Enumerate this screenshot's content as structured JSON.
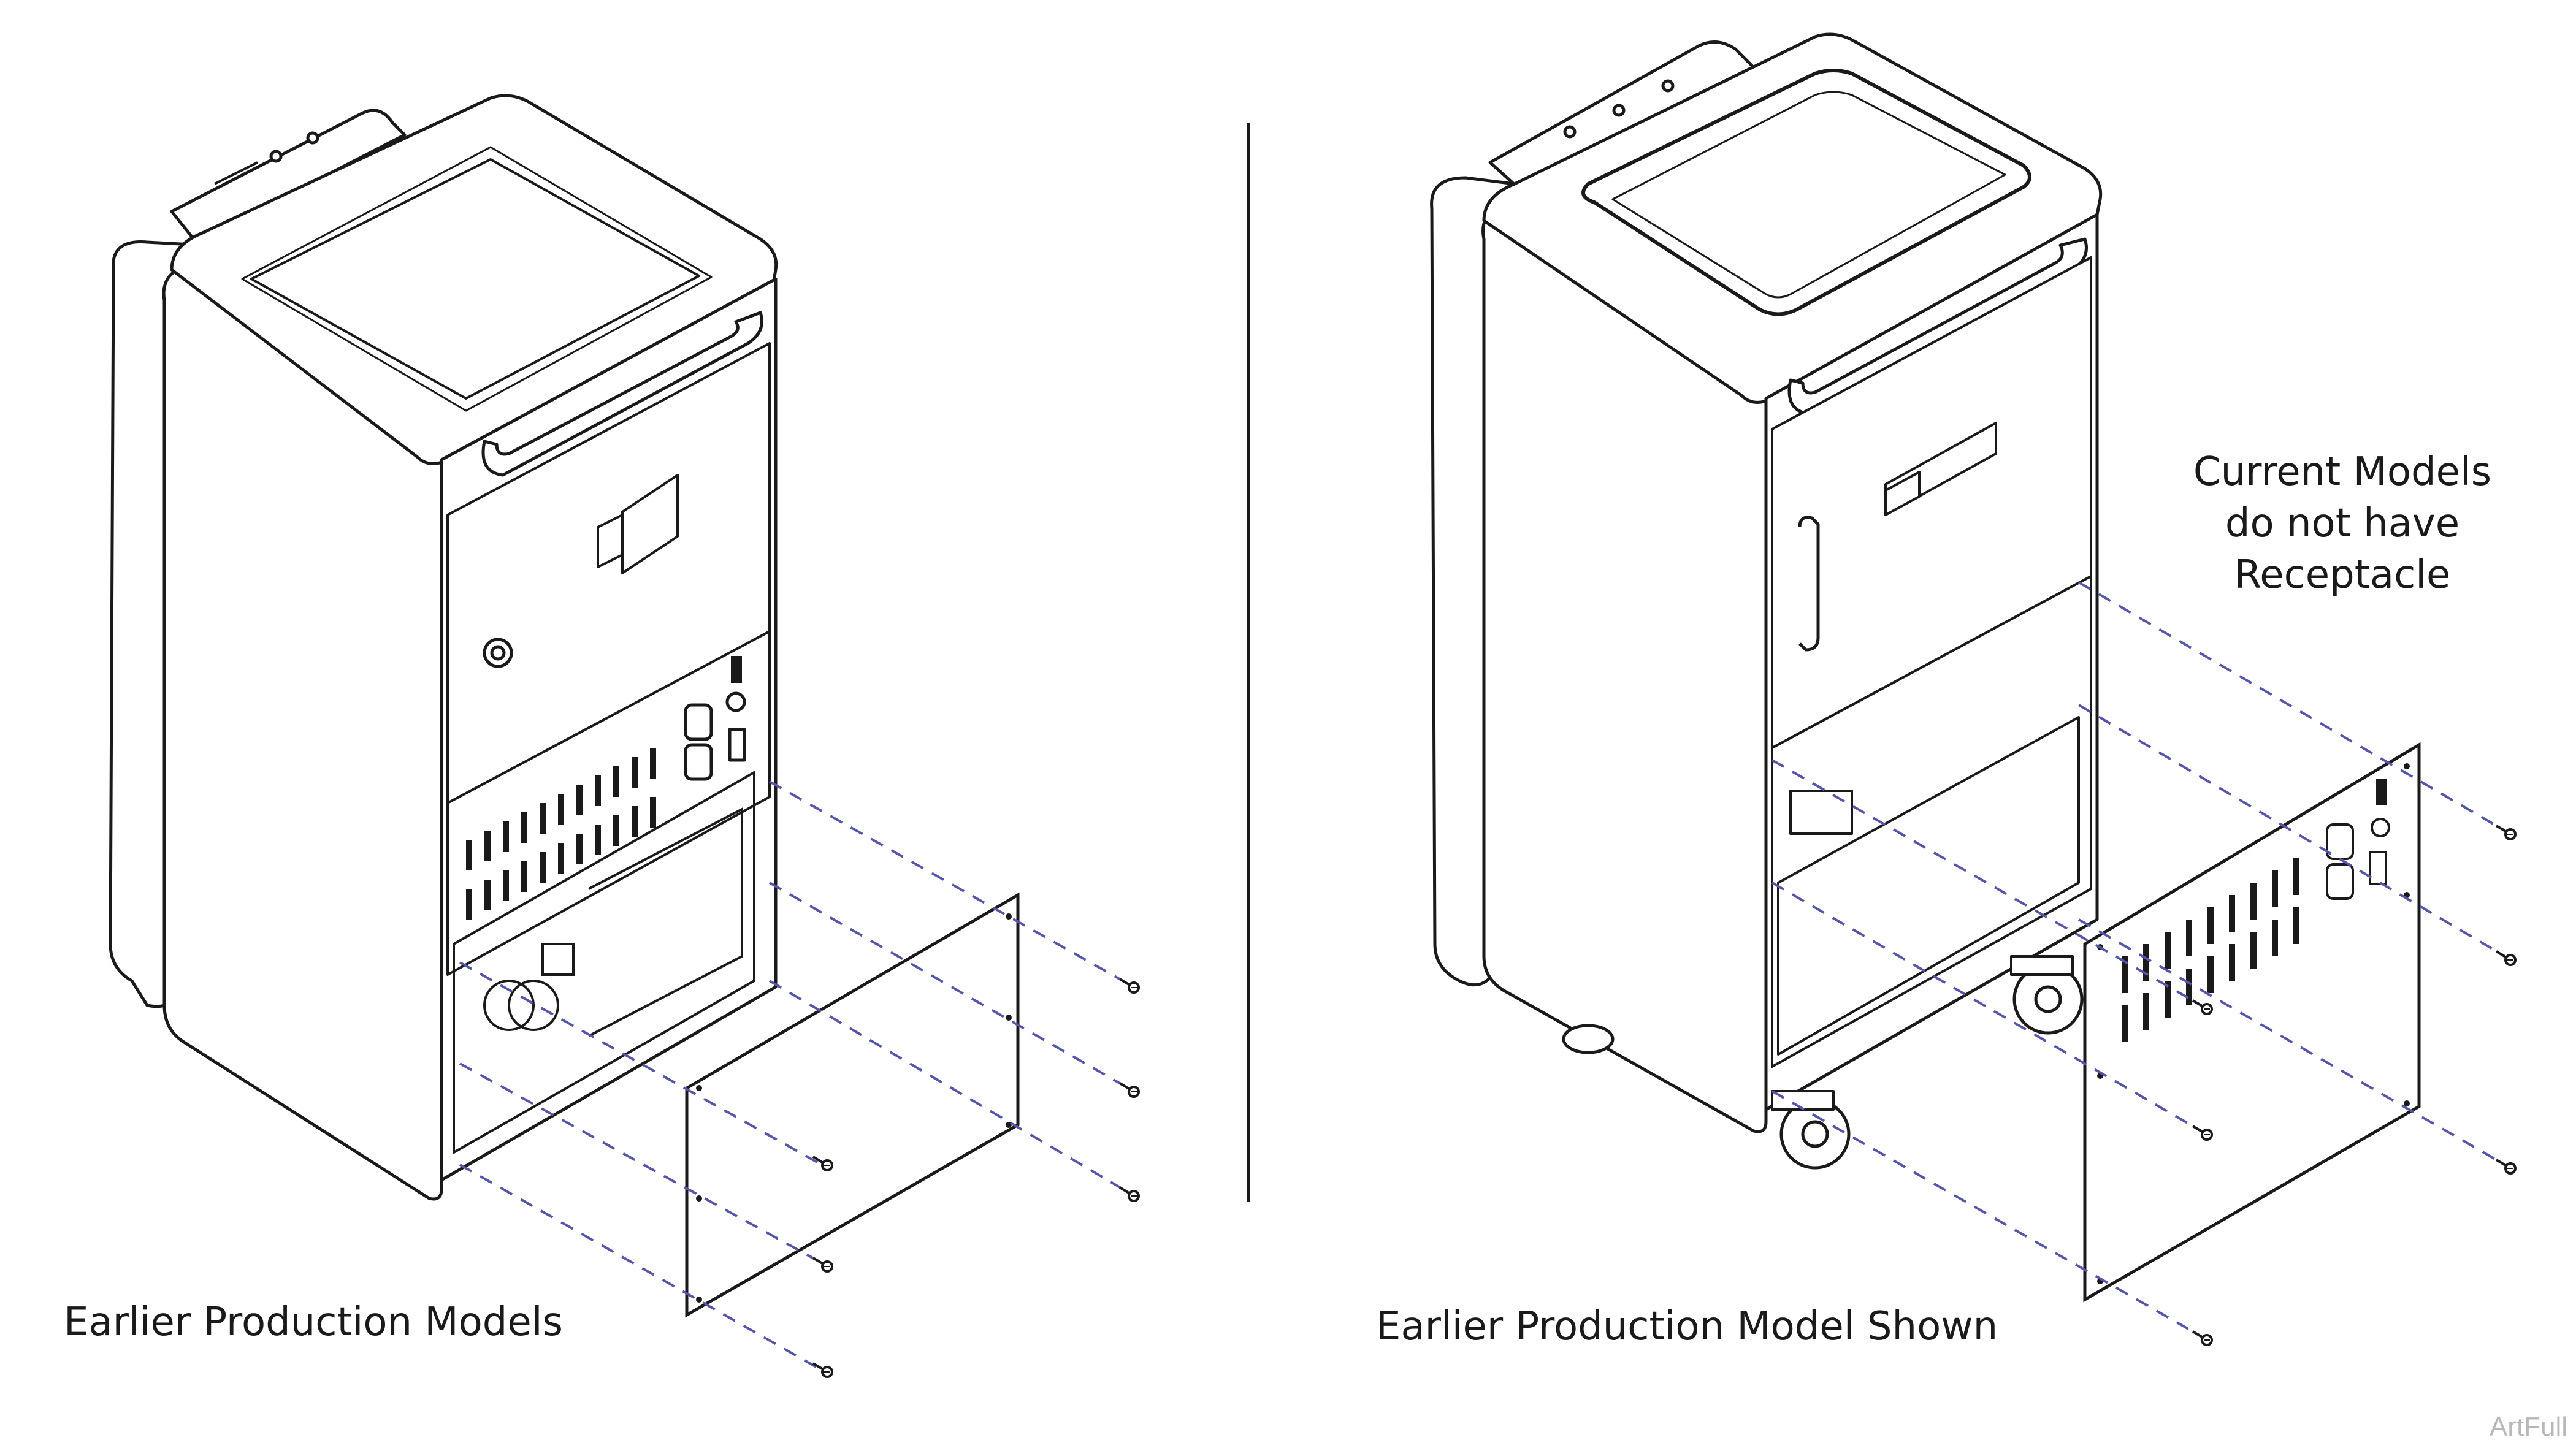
{
  "diagram": {
    "left_caption": "Earlier Production Models",
    "right_caption": "Earlier Production Model Shown",
    "note_lines": [
      "Current Models",
      "do not have",
      "Receptacle"
    ],
    "watermark": "ArtFull"
  },
  "colors": {
    "line": "#1a1a1a",
    "dash_leader": "#5555aa",
    "background": "#ffffff"
  },
  "icons": {
    "left_unit": "cart-cabinet-icon",
    "right_unit": "cart-cabinet-icon",
    "panel": "rear-panel-icon",
    "screw": "screw-icon"
  }
}
